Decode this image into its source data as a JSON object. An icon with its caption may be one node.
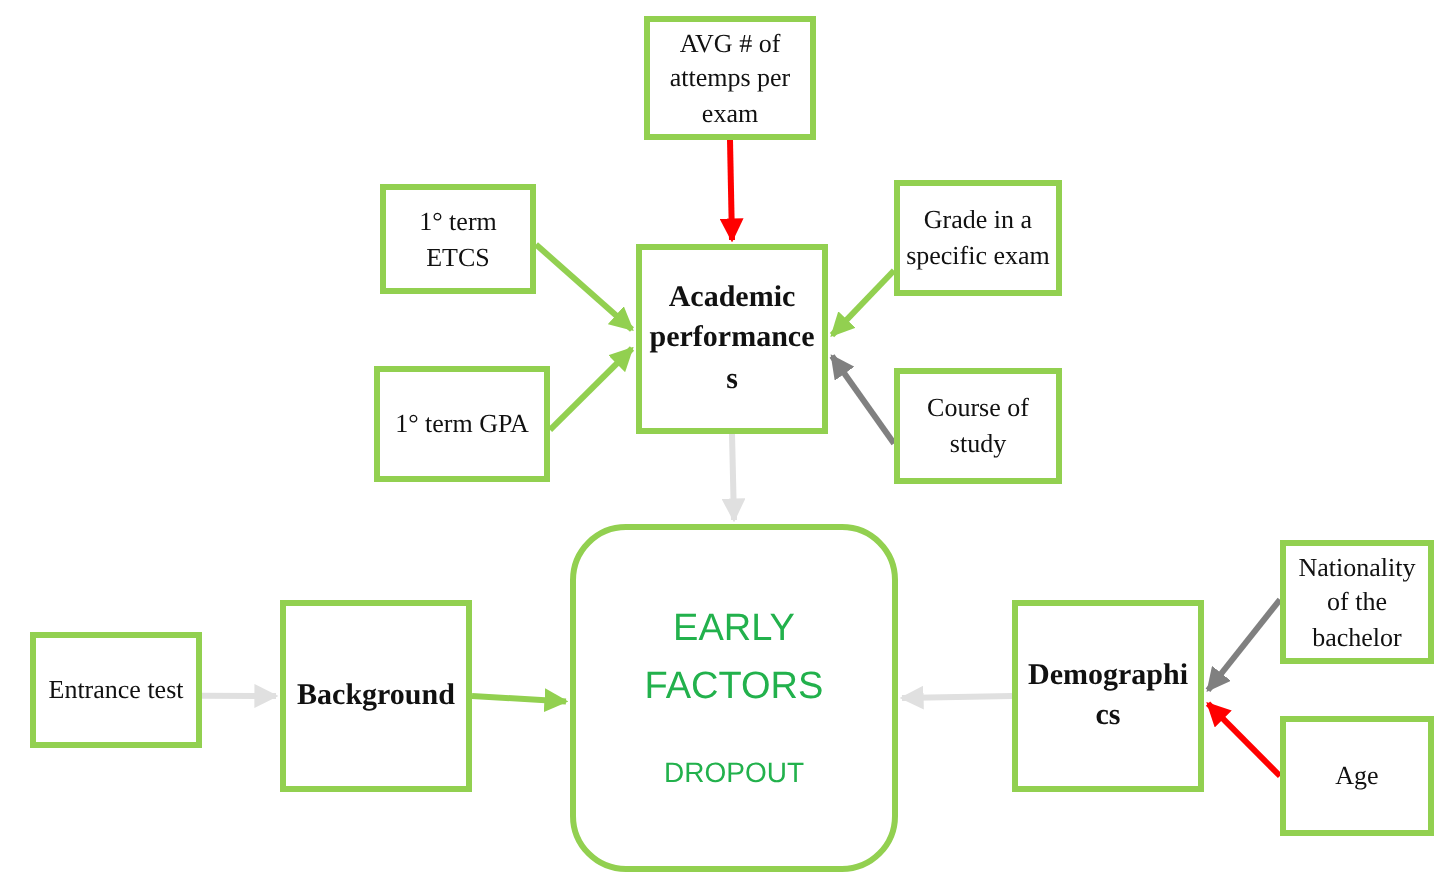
{
  "diagram": {
    "nodes": [
      {
        "text": [
          "AVG # of attemps per exam"
        ]
      },
      {
        "text": [
          "1° term ETCS"
        ]
      },
      {
        "text": [
          "Academic performances"
        ]
      },
      {
        "text": [
          "Grade in a specific exam"
        ]
      },
      {
        "text": [
          "1° term GPA"
        ]
      },
      {
        "text": [
          "Course of study"
        ]
      },
      {
        "text": [
          "EARLY FACTORS",
          "DROPOUT"
        ]
      },
      {
        "text": [
          "Entrance test"
        ]
      },
      {
        "text": [
          "Background"
        ]
      },
      {
        "text": [
          "Demographics"
        ]
      },
      {
        "text": [
          "Nationality of the bachelor"
        ]
      },
      {
        "text": [
          "Age"
        ]
      }
    ],
    "edges": [
      {
        "from": 0,
        "to": 2,
        "arrow": "to",
        "color": "#ff0000"
      },
      {
        "from": 1,
        "to": 2,
        "arrow": "to"
      },
      {
        "from": 4,
        "to": 2,
        "arrow": "to"
      },
      {
        "from": 3,
        "to": 2,
        "arrow": "to"
      },
      {
        "from": 5,
        "to": 2,
        "arrow": "to",
        "color": "#808080"
      },
      {
        "from": 2,
        "to": 6,
        "arrow": "to",
        "color": "#e0e0e0"
      },
      {
        "from": 7,
        "to": 8,
        "arrow": "to",
        "color": "#e0e0e0"
      },
      {
        "from": 8,
        "to": 6,
        "arrow": "to"
      },
      {
        "from": 9,
        "to": 6,
        "arrow": "to",
        "color": "#e0e0e0"
      },
      {
        "from": 10,
        "to": 9,
        "arrow": "to",
        "color": "#808080"
      },
      {
        "from": 11,
        "to": 9,
        "arrow": "to",
        "color": "#ff0000"
      }
    ]
  }
}
